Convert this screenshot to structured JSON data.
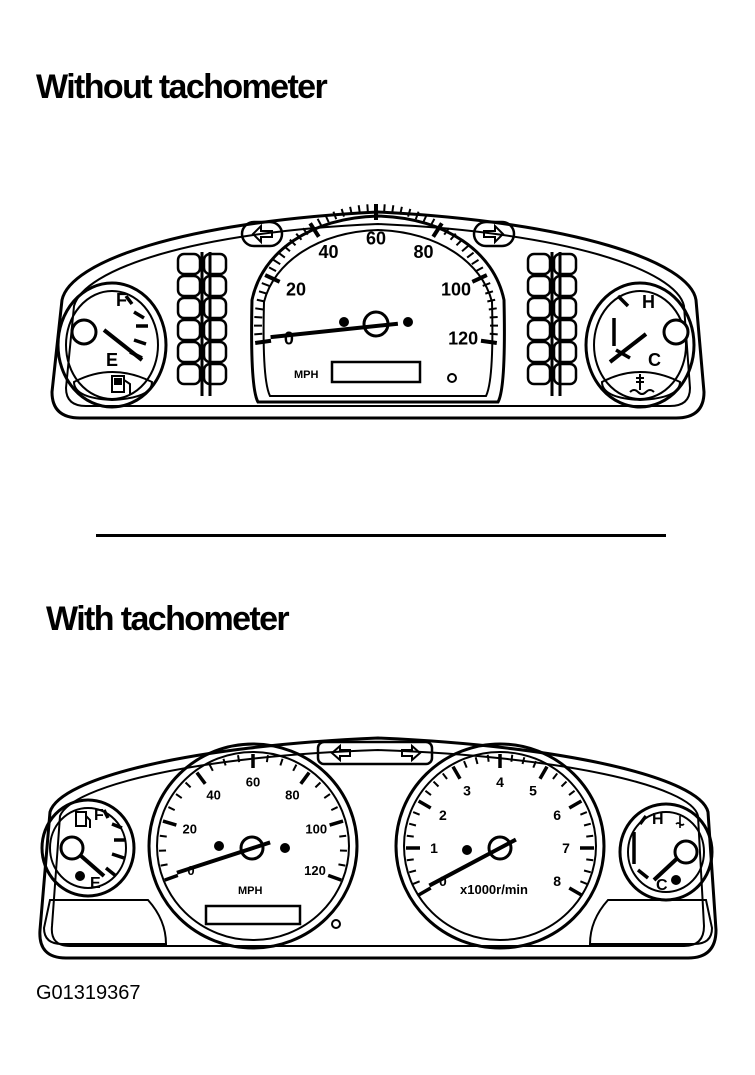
{
  "titles": {
    "without": "Without tachometer",
    "with": "With tachometer"
  },
  "figure_id": "G01319367",
  "speedometer": {
    "unit": "MPH",
    "labels": [
      "0",
      "20",
      "40",
      "60",
      "80",
      "100",
      "120"
    ]
  },
  "tachometer": {
    "unit": "x1000r/min",
    "labels": [
      "0",
      "1",
      "2",
      "3",
      "4",
      "5",
      "6",
      "7",
      "8"
    ]
  },
  "fuel_gauge": {
    "full": "F",
    "empty": "E"
  },
  "temp_gauge": {
    "hot": "H",
    "cold": "C"
  },
  "icons": [
    "fuel-pump-icon",
    "coolant-temp-icon",
    "left-turn-signal-icon",
    "right-turn-signal-icon"
  ]
}
